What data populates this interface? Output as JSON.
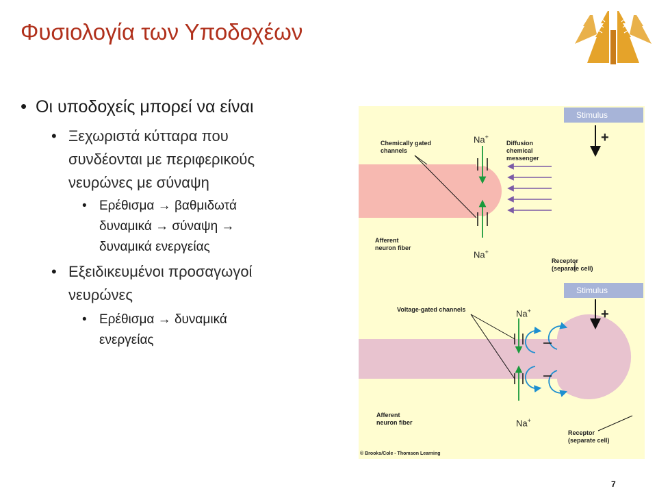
{
  "slide": {
    "title": "Φυσιολογία των Υποδοχέων",
    "page_number": "7"
  },
  "bullets": {
    "lead": "Οι υποδοχείς μπορεί να είναι",
    "item1_line1": "Ξεχωριστά κύτταρα που",
    "item1_line2": "συνδέονται με περιφερικούς",
    "item1_line3": "νευρώνες με σύναψη",
    "sub1_line1": "Ερέθισμα → βαθμιδωτά",
    "sub1_line2": "δυναμικά → σύναψη →",
    "sub1_line3": "δυναμικά ενεργείας",
    "item2_line1": "Εξειδικευμένοι προσαγωγοί",
    "item2_line2": "νευρώνες",
    "sub2_line1": "Ερέθισμα → δυναμικά",
    "sub2_line2": "ενεργείας"
  },
  "figure": {
    "stimulus_top": "Stimulus",
    "stimulus_bottom": "Stimulus",
    "plus_top": "+",
    "plus_bottom": "+",
    "chem_line1": "Chemically gated",
    "chem_line2": "channels",
    "na_top": "Na+",
    "diff_line1": "Diffusion",
    "diff_line2": "chemical",
    "diff_line3": "messenger",
    "aff_top_line1": "Afferent",
    "aff_top_line2": "neuron fiber",
    "na_mid": "Na+",
    "receptor_top_line1": "Receptor",
    "receptor_top_line2": "(separate cell)",
    "voltage": "Voltage-gated channels",
    "na_bottom_top": "Na+",
    "aff_bot_line1": "Afferent",
    "aff_bot_line2": "neuron fiber",
    "na_bottom": "Na+",
    "receptor_bot_line1": "Receptor",
    "receptor_bot_line2": "(separate cell)",
    "credit": "© Brooks/Cole - Thomson Learning",
    "colors": {
      "background": "#fffdd0",
      "fiber_top": "#f7b9b1",
      "fiber_bottom": "#e8c3cf",
      "receptor_cell": "#fbe1dc",
      "stimulus_bar": "#a7b4d8",
      "arrows_green": "#1a9a3c",
      "current_blue": "#1e8fd0"
    }
  }
}
